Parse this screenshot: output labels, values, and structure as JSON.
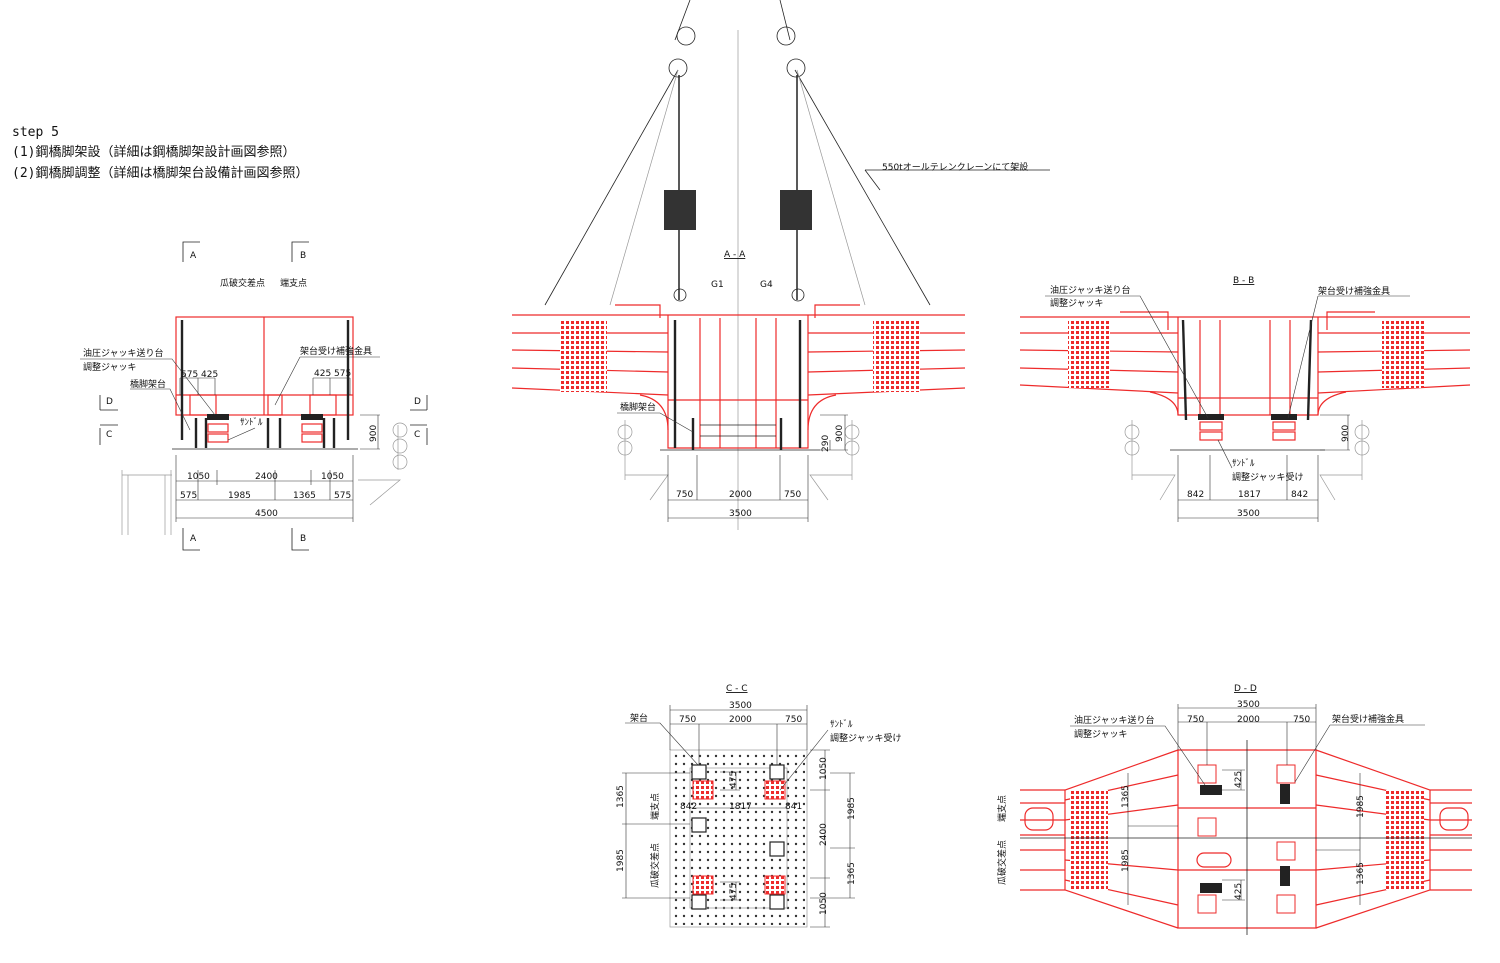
{
  "header": {
    "step": "step 5",
    "line1": "(1)鋼橋脚架設（詳細は鋼橋脚架設計画図参照）",
    "line2": "(2)鋼橋脚調整（詳細は橋脚架台設備計画図参照）"
  },
  "plan_view": {
    "markers": {
      "a": "A",
      "b": "B",
      "c": "C",
      "d": "D"
    },
    "uriwari": "瓜破交差点",
    "tanshiten": "端支点",
    "jack_feed": "油圧ジャッキ送り台",
    "adjust_jack": "調整ジャッキ",
    "pier_stand": "橋脚架台",
    "reinforce": "架台受け補強金具",
    "sandle": "ｻﾝﾄﾞﾙ",
    "dims": {
      "d575a": "575",
      "d425a": "425",
      "d425b": "425",
      "d575b": "575",
      "h900": "900",
      "r1_1": "1050",
      "r1_2": "2400",
      "r1_3": "1050",
      "r2_1": "575",
      "r2_2": "1985",
      "r2_3": "1365",
      "r2_4": "575",
      "total": "4500"
    }
  },
  "section_aa": {
    "title": "A - A",
    "g1": "G1",
    "g4": "G4",
    "crane_note": "550tオールテレンクレーンにて架設",
    "pier_stand": "橋脚架台",
    "dims": {
      "h900": "900",
      "h290": "290",
      "w1": "750",
      "w2": "2000",
      "w3": "750",
      "total": "3500"
    }
  },
  "section_bb": {
    "title": "B - B",
    "jack_feed": "油圧ジャッキ送り台",
    "adjust_jack": "調整ジャッキ",
    "reinforce": "架台受け補強金具",
    "sandle": "ｻﾝﾄﾞﾙ",
    "jack_receiver": "調整ジャッキ受け",
    "dims": {
      "h900": "900",
      "w1": "842",
      "w2": "1817",
      "w3": "842",
      "total": "3500"
    }
  },
  "section_cc": {
    "title": "C - C",
    "stand": "架台",
    "sandle": "ｻﾝﾄﾞﾙ",
    "jack_receiver": "調整ジャッキ受け",
    "tanshiten": "端支点",
    "uriwari": "瓜破交差点",
    "dims": {
      "total": "3500",
      "w1": "750",
      "w2": "2000",
      "w3": "750",
      "l1365": "1365",
      "l1985": "1985",
      "r1050a": "1050",
      "r1985": "1985",
      "r2400": "2400",
      "r1365": "1365",
      "r1050b": "1050",
      "h475a": "475",
      "h475b": "475",
      "m842": "842",
      "m1817": "1817",
      "m841": "841"
    }
  },
  "section_dd": {
    "title": "D - D",
    "jack_feed": "油圧ジャッキ送り台",
    "adjust_jack": "調整ジャッキ",
    "reinforce": "架台受け補強金具",
    "tanshiten": "端支点",
    "uriwari": "瓜破交差点",
    "dims": {
      "total": "3500",
      "w1": "750",
      "w2": "2000",
      "w3": "750",
      "l1365": "1365",
      "l1985": "1985",
      "r1985": "1985",
      "r1365": "1365",
      "h425a": "425",
      "h425b": "425"
    }
  }
}
